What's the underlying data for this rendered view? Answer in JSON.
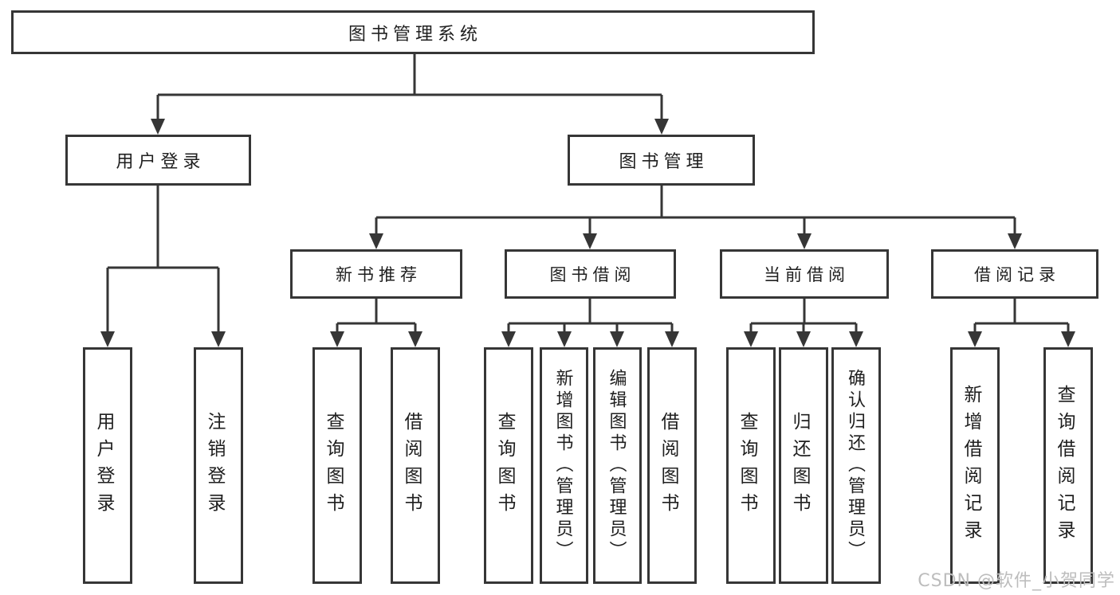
{
  "tree": {
    "label": "图书管理系统",
    "children": [
      {
        "label": "用户登录",
        "children": [
          {
            "label": "用户登录"
          },
          {
            "label": "注销登录"
          }
        ]
      },
      {
        "label": "图书管理",
        "children": [
          {
            "label": "新书推荐",
            "children": [
              {
                "label": "查询图书"
              },
              {
                "label": "借阅图书"
              }
            ]
          },
          {
            "label": "图书借阅",
            "children": [
              {
                "label": "查询图书"
              },
              {
                "label": "新增图书（管理员）"
              },
              {
                "label": "编辑图书（管理员）"
              },
              {
                "label": "借阅图书"
              }
            ]
          },
          {
            "label": "当前借阅",
            "children": [
              {
                "label": "查询图书"
              },
              {
                "label": "归还图书"
              },
              {
                "label": "确认归还（管理员）"
              }
            ]
          },
          {
            "label": "借阅记录",
            "children": [
              {
                "label": "新增借阅记录"
              },
              {
                "label": "查询借阅记录"
              }
            ]
          }
        ]
      }
    ]
  },
  "watermark": {
    "text": "CSDN @软件_小贺同学",
    "color": "#bdbdbd"
  },
  "style": {
    "background": "#ffffff",
    "border_color": "#363636",
    "line_color": "#363636",
    "text_color": "#1f1f1f"
  }
}
